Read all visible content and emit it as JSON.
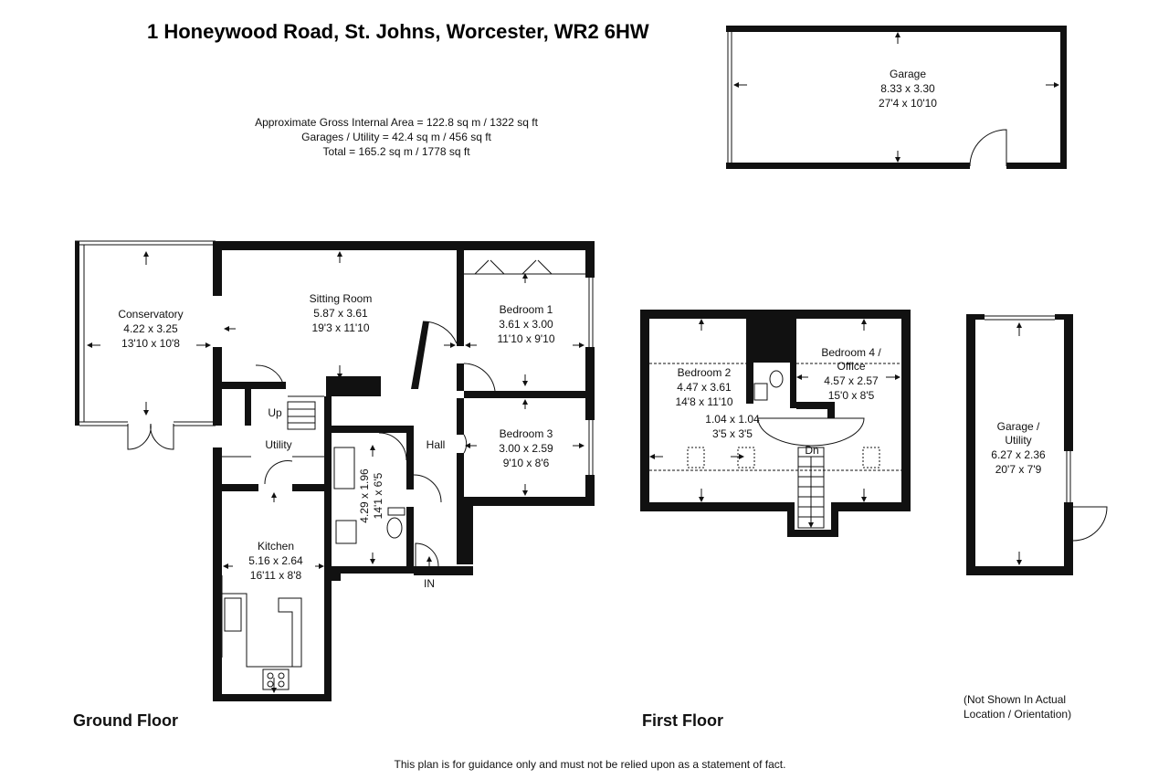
{
  "title": "1 Honeywood Road, St. Johns, Worcester, WR2 6HW",
  "areas": {
    "line1": "Approximate Gross Internal Area = 122.8 sq m / 1322 sq ft",
    "line2": "Garages / Utility = 42.4 sq m / 456 sq ft",
    "line3": "Total = 165.2 sq m / 1778 sq ft"
  },
  "garage": {
    "name": "Garage",
    "metric": "8.33 x 3.30",
    "imperial": "27'4 x 10'10"
  },
  "garage_utility": {
    "name1": "Garage /",
    "name2": "Utility",
    "metric": "6.27 x 2.36",
    "imperial": "20'7 x 7'9"
  },
  "ground_floor": {
    "label": "Ground Floor",
    "conservatory": {
      "name": "Conservatory",
      "metric": "4.22 x 3.25",
      "imperial": "13'10 x 10'8"
    },
    "sitting_room": {
      "name": "Sitting Room",
      "metric": "5.87 x 3.61",
      "imperial": "19'3 x 11'10"
    },
    "bedroom1": {
      "name": "Bedroom 1",
      "metric": "3.61 x 3.00",
      "imperial": "11'10 x 9'10"
    },
    "bedroom3": {
      "name": "Bedroom 3",
      "metric": "3.00 x 2.59",
      "imperial": "9'10 x 8'6"
    },
    "hall": "Hall",
    "utility": "Utility",
    "up": "Up",
    "in": "IN",
    "shower": {
      "metric": "4.29 x 1.96",
      "imperial": "14'1 x 6'5"
    },
    "kitchen": {
      "name": "Kitchen",
      "metric": "5.16 x 2.64",
      "imperial": "16'11 x 8'8"
    }
  },
  "first_floor": {
    "label": "First Floor",
    "bedroom2": {
      "name": "Bedroom 2",
      "metric": "4.47 x 3.61",
      "imperial": "14'8 x 11'10"
    },
    "bedroom4": {
      "name1": "Bedroom 4 /",
      "name2": "Office",
      "metric": "4.57 x 2.57",
      "imperial": "15'0 x 8'5"
    },
    "landing": {
      "metric": "1.04 x 1.04",
      "imperial": "3'5 x 3'5"
    },
    "dn": "Dn"
  },
  "note": {
    "line1": "(Not Shown In Actual",
    "line2": "Location / Orientation)"
  },
  "disclaimer": "This plan is for guidance only and must not be relied upon as a statement of fact."
}
